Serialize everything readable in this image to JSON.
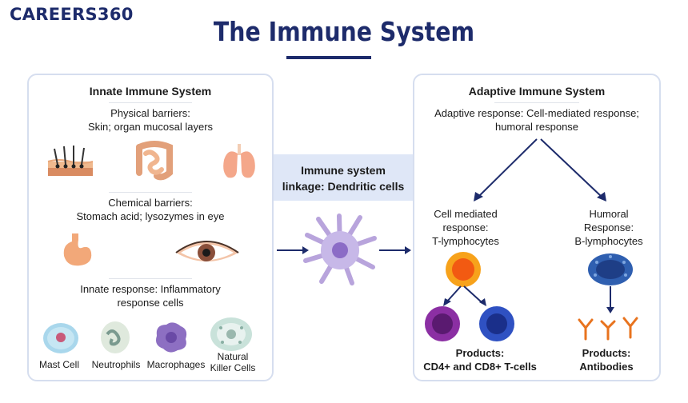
{
  "logo": "CAREERS360",
  "title": "The Immune System",
  "innate": {
    "heading": "Innate Immune System",
    "physical_title": "Physical barriers:",
    "physical_desc": "Skin; organ mucosal layers",
    "chemical_title": "Chemical barriers:",
    "chemical_desc": "Stomach acid; lysozymes in eye",
    "response_line1": "Innate response: Inflammatory",
    "response_line2": "response cells",
    "cells": [
      "Mast Cell",
      "Neutrophils",
      "Macrophages",
      "Natural",
      "Killer Cells"
    ]
  },
  "linkage": {
    "line1": "Immune system",
    "line2": "linkage: Dendritic cells"
  },
  "adaptive": {
    "heading": "Adaptive Immune System",
    "response_line1": "Adaptive response: Cell-mediated response;",
    "response_line2": "humoral response",
    "cell_mediated": [
      "Cell mediated",
      "response:",
      "T-lymphocytes"
    ],
    "humoral": [
      "Humoral",
      "Response:",
      "B-lymphocytes"
    ],
    "products_t_title": "Products:",
    "products_t_desc": "CD4+ and CD8+ T-cells",
    "products_b_title": "Products:",
    "products_b_desc": "Antibodies"
  },
  "colors": {
    "navy": "#1d2b6b",
    "panel_border": "#d6deef",
    "link_bg": "#dfe7f7"
  }
}
